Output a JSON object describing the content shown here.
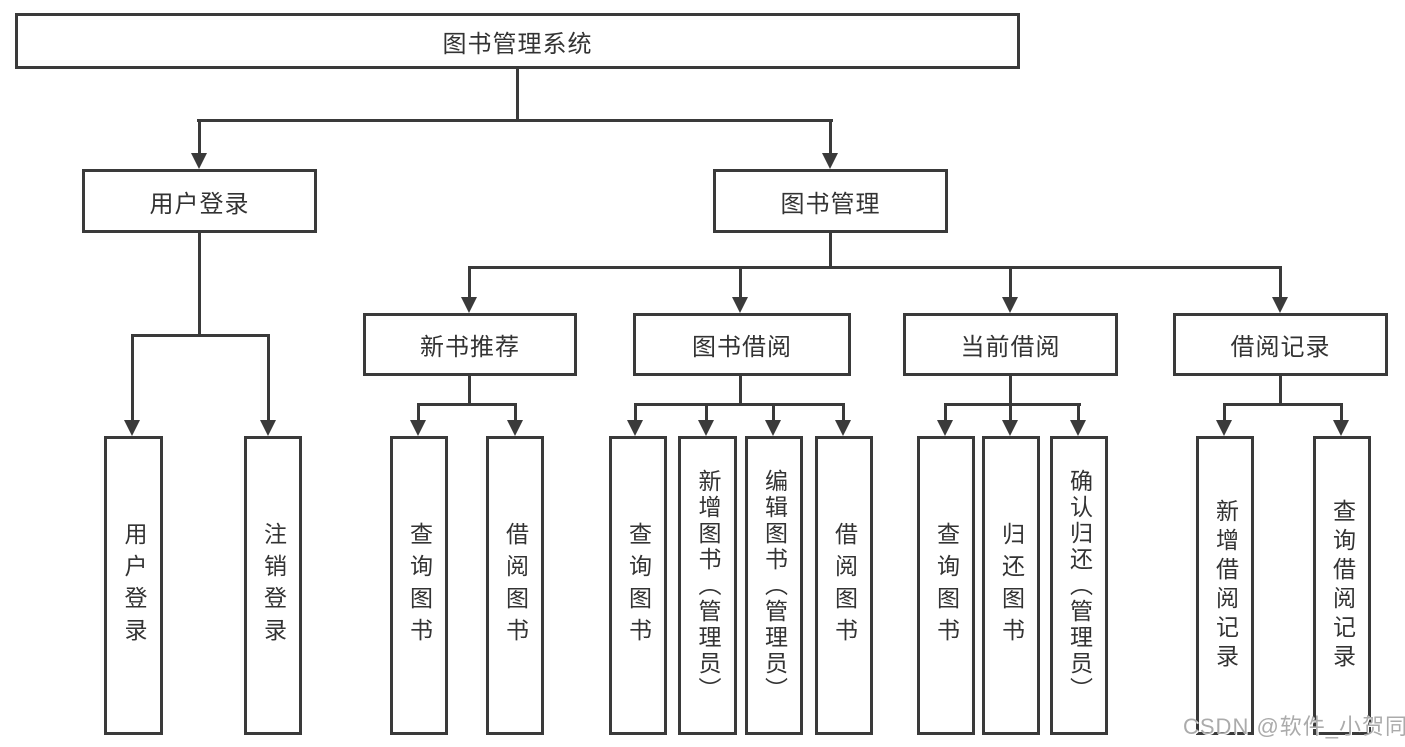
{
  "root": {
    "label": "图书管理系统"
  },
  "level2": {
    "user_login": {
      "label": "用户登录"
    },
    "book_management": {
      "label": "图书管理"
    }
  },
  "level3": {
    "new_book": {
      "label": "新书推荐"
    },
    "book_borrow": {
      "label": "图书借阅"
    },
    "current_borrow": {
      "label": "当前借阅"
    },
    "borrow_record": {
      "label": "借阅记录"
    }
  },
  "leaves": {
    "user_login": {
      "label": "用户登录"
    },
    "logout": {
      "label": "注销登录"
    },
    "query_book_1": {
      "label": "查询图书"
    },
    "borrow_book_1": {
      "label": "借阅图书"
    },
    "query_book_2": {
      "label": "查询图书"
    },
    "add_book_admin": {
      "label": "新增图书（管理员）"
    },
    "edit_book_admin": {
      "label": "编辑图书（管理员）"
    },
    "borrow_book_2": {
      "label": "借阅图书"
    },
    "query_book_3": {
      "label": "查询图书"
    },
    "return_book": {
      "label": "归还图书"
    },
    "confirm_return_admin": {
      "label": "确认归还（管理员）"
    },
    "add_borrow_record": {
      "label": "新增借阅记录"
    },
    "query_borrow_record": {
      "label": "查询借阅记录"
    }
  },
  "watermark": "CSDN @软件_小贺同学",
  "colors": {
    "line": "#3a3a3a",
    "text": "#333333",
    "watermark": "#ababab",
    "background": "#ffffff"
  }
}
